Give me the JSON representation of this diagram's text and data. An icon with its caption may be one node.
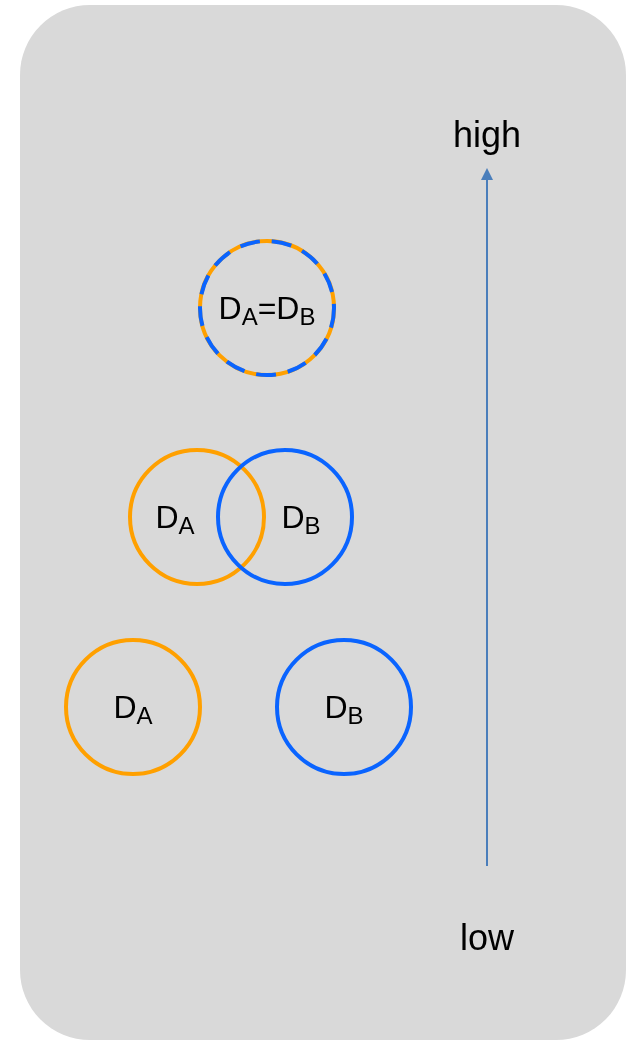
{
  "diagram": {
    "nodes": [
      {
        "text": [
          "D$_{A}$=D$_{B}$"
        ]
      },
      {
        "text": [
          "D$_{A}$"
        ]
      },
      {
        "text": [
          "D$_{B}$"
        ]
      },
      {
        "text": [
          "D$_{A}$"
        ]
      },
      {
        "text": [
          "D$_{B}$"
        ]
      }
    ],
    "edges": [],
    "labels": [
      "high",
      "low"
    ]
  }
}
